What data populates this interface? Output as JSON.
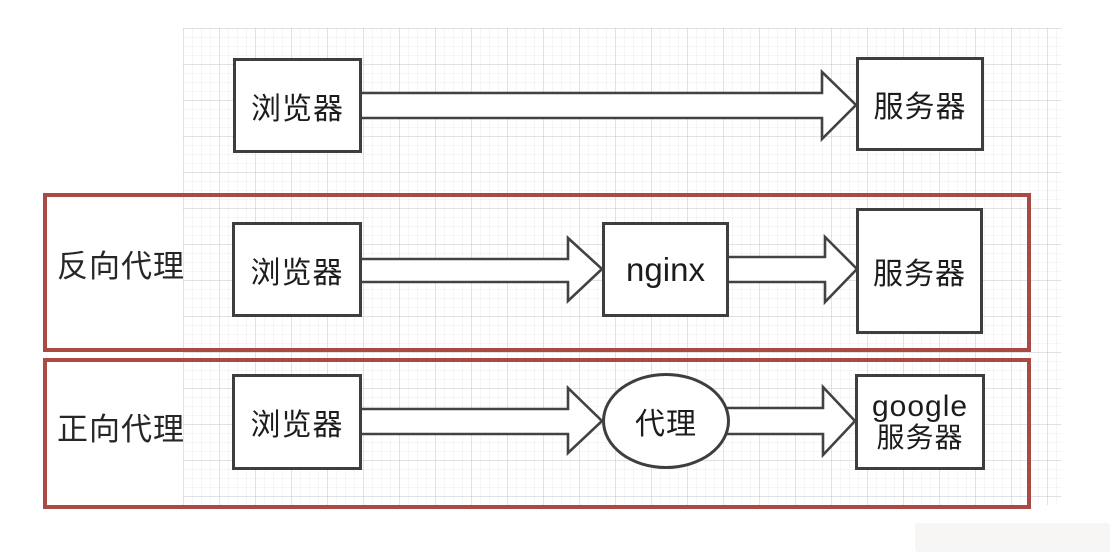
{
  "rows": {
    "direct": {
      "browser_label": "浏览器",
      "server_label": "服务器"
    },
    "reverse_proxy": {
      "group_label": "反向代理",
      "browser_label": "浏览器",
      "proxy_label": "nginx",
      "server_label": "服务器"
    },
    "forward_proxy": {
      "group_label": "正向代理",
      "browser_label": "浏览器",
      "proxy_label": "代理",
      "server_label_line1": "google",
      "server_label_line2": "服务器"
    }
  },
  "colors": {
    "group_border": "#a94a44",
    "node_border": "#3e3e3e",
    "node_fill": "#ffffff",
    "arrow_stroke": "#424242",
    "text": "#1c1c1c"
  }
}
